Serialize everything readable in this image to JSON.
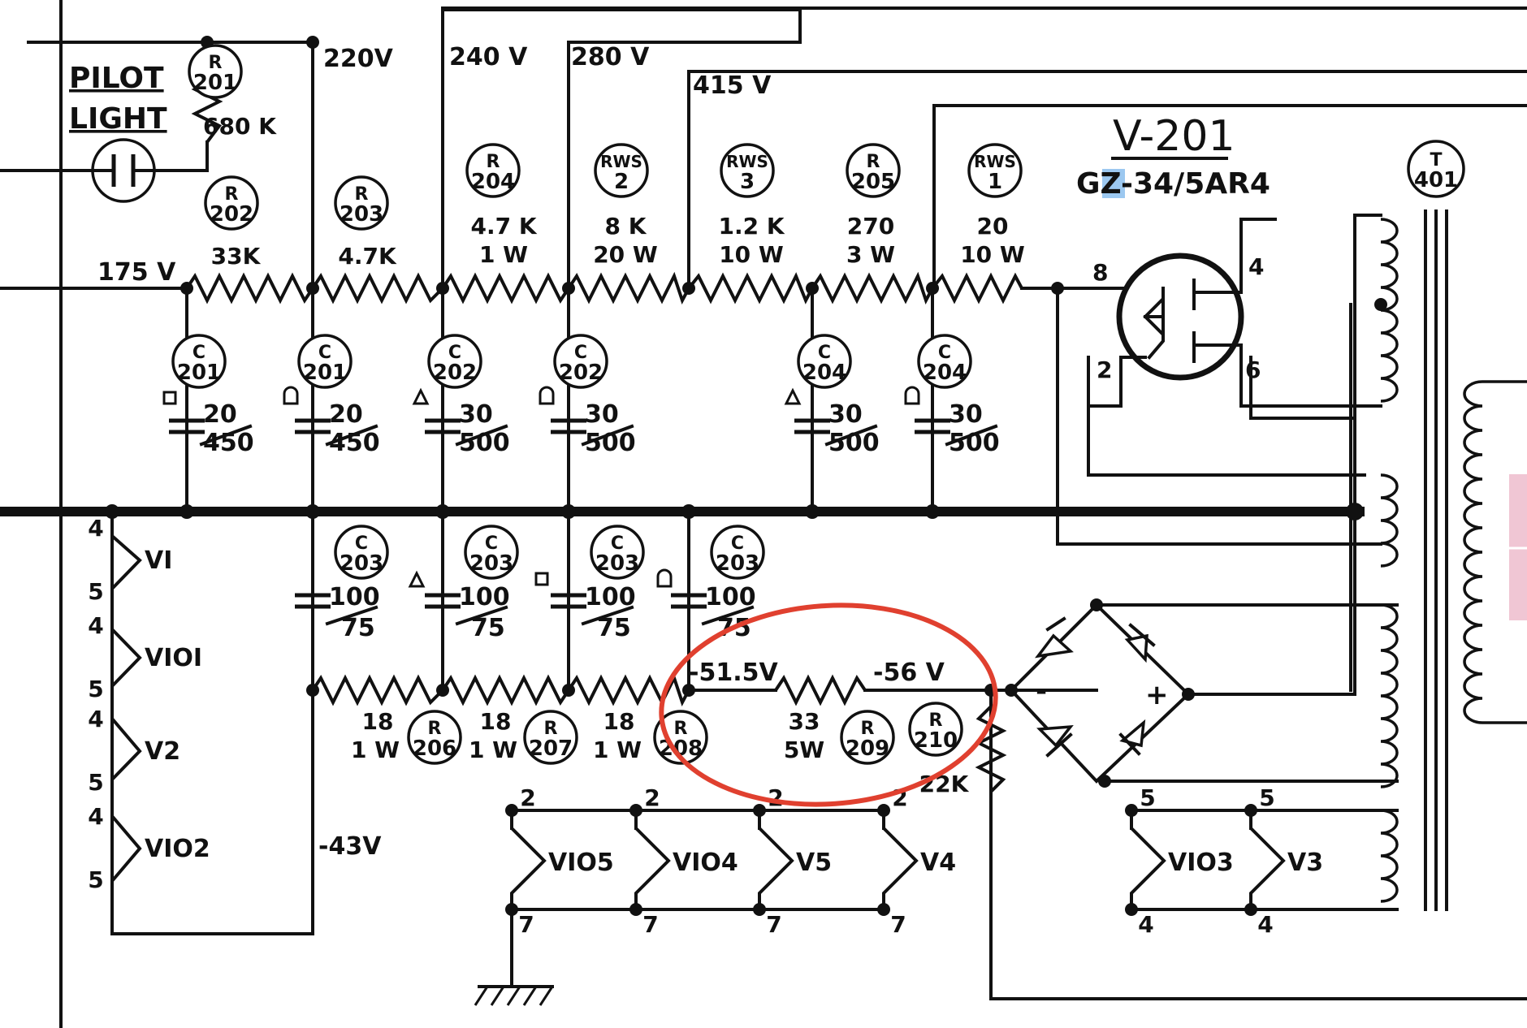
{
  "pilot": {
    "line1": "PILOT",
    "line2": "LIGHT"
  },
  "voltages": {
    "v220": "220V",
    "v240": "240 V",
    "v280": "280 V",
    "v415": "415 V",
    "v175": "175 V",
    "v_51_5": "-51.5V",
    "v_56": "-56 V",
    "v_43": "-43V"
  },
  "tube": {
    "name": "V-201",
    "type": "GZ-34/5AR4",
    "pins": [
      "8",
      "4",
      "2",
      "6"
    ]
  },
  "transformer": {
    "top": "T",
    "bottom": "401"
  },
  "resistors": [
    {
      "top": "R",
      "bottom": "201",
      "value": "680 K",
      "rating": ""
    },
    {
      "top": "R",
      "bottom": "202",
      "value": "33K",
      "rating": ""
    },
    {
      "top": "R",
      "bottom": "203",
      "value": "4.7K",
      "rating": ""
    },
    {
      "top": "R",
      "bottom": "204",
      "value": "4.7 K",
      "rating": "1 W"
    },
    {
      "top": "RWS",
      "bottom": "2",
      "value": "8 K",
      "rating": "20 W"
    },
    {
      "top": "RWS",
      "bottom": "3",
      "value": "1.2 K",
      "rating": "10 W"
    },
    {
      "top": "R",
      "bottom": "205",
      "value": "270",
      "rating": "3 W"
    },
    {
      "top": "RWS",
      "bottom": "1",
      "value": "20",
      "rating": "10 W"
    },
    {
      "top": "R",
      "bottom": "206",
      "value": "18",
      "rating": "1 W"
    },
    {
      "top": "R",
      "bottom": "207",
      "value": "18",
      "rating": "1 W"
    },
    {
      "top": "R",
      "bottom": "208",
      "value": "18",
      "rating": "1 W"
    },
    {
      "top": "R",
      "bottom": "209",
      "value": "33",
      "rating": "5W"
    },
    {
      "top": "R",
      "bottom": "210",
      "value": "22K",
      "rating": ""
    }
  ],
  "capacitors_top": [
    {
      "top": "C",
      "bottom": "201",
      "value": "20",
      "voltage": "450"
    },
    {
      "top": "C",
      "bottom": "201",
      "value": "20",
      "voltage": "450"
    },
    {
      "top": "C",
      "bottom": "202",
      "value": "30",
      "voltage": "500"
    },
    {
      "top": "C",
      "bottom": "202",
      "value": "30",
      "voltage": "500"
    },
    {
      "top": "C",
      "bottom": "204",
      "value": "30",
      "voltage": "500"
    },
    {
      "top": "C",
      "bottom": "204",
      "value": "30",
      "voltage": "500"
    }
  ],
  "capacitors_bottom": [
    {
      "top": "C",
      "bottom": "203",
      "value": "100",
      "voltage": "75"
    },
    {
      "top": "C",
      "bottom": "203",
      "value": "100",
      "voltage": "75"
    },
    {
      "top": "C",
      "bottom": "203",
      "value": "100",
      "voltage": "75"
    },
    {
      "top": "C",
      "bottom": "203",
      "value": "100",
      "voltage": "75"
    }
  ],
  "heaters_left": [
    {
      "name": "VI",
      "top": "4",
      "bottom": "5"
    },
    {
      "name": "VIOI",
      "top": "4",
      "bottom": "5"
    },
    {
      "name": "V2",
      "top": "4",
      "bottom": "5"
    },
    {
      "name": "VIO2",
      "top": "4",
      "bottom": "5"
    }
  ],
  "heaters_bottom": [
    {
      "name": "VIO5",
      "top": "2",
      "bottom": "7"
    },
    {
      "name": "VIO4",
      "top": "2",
      "bottom": "7"
    },
    {
      "name": "V5",
      "top": "2",
      "bottom": "7"
    },
    {
      "name": "V4",
      "top": "2",
      "bottom": "7"
    },
    {
      "name": "VIO3",
      "top": "5",
      "bottom": "4"
    },
    {
      "name": "V3",
      "top": "5",
      "bottom": "4"
    }
  ],
  "bridge": {
    "minus": "-",
    "plus": "+"
  },
  "annotation": {
    "color": "#e0402f"
  },
  "highlight": {
    "color": "#9cc8f0"
  },
  "edge_tab": {
    "color": "#f0c6d4"
  }
}
